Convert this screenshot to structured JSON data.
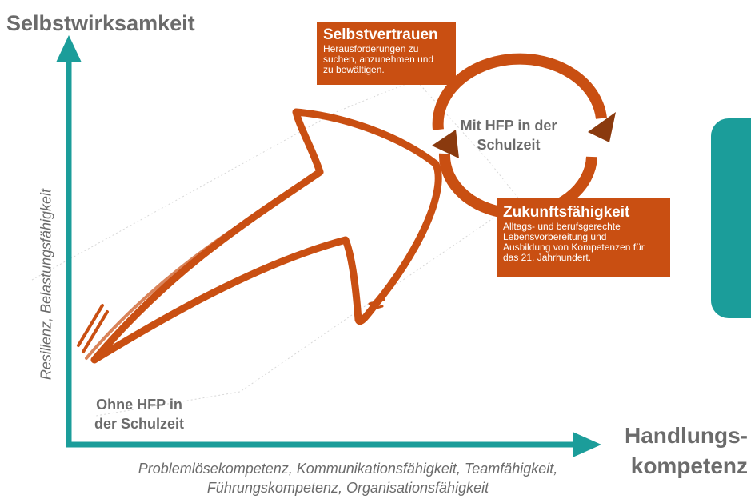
{
  "axes": {
    "y_title": "Selbstwirksamkeit",
    "y_subtitle": "Resilienz, Belastungsfähigkeit",
    "x_title_line1": "Handlungs-",
    "x_title_line2": "kompetenz",
    "x_subtitle_line1": "Problemlösekompetenz, Kommunikationsfähigkeit, Teamfähigkeit,",
    "x_subtitle_line2": "Führungskompetenz, Organisationsfähigkeit"
  },
  "start": {
    "line1": "Ohne HFP in",
    "line2": "der Schulzeit"
  },
  "cycle": {
    "line1": "Mit HFP in der",
    "line2": "Schulzeit"
  },
  "box_selbstvertrauen": {
    "title": "Selbstvertrauen",
    "line1": "Herausforderungen zu",
    "line2": "suchen, anzunehmen und",
    "line3": "zu bewältigen."
  },
  "box_zukunft": {
    "title": "Zukunftsfähigkeit",
    "line1": "Alltags- und berufsgerechte",
    "line2": "Lebensvorbereitung und",
    "line3": "Ausbildung von Kompetenzen für",
    "line4": "das 21. Jahrhundert."
  },
  "colors": {
    "axis": "#1b9d9a",
    "arrow": "#c94f12",
    "cycle_dark": "#8a3a0e",
    "box": "#c94f12",
    "text": "#6b6b6b"
  }
}
